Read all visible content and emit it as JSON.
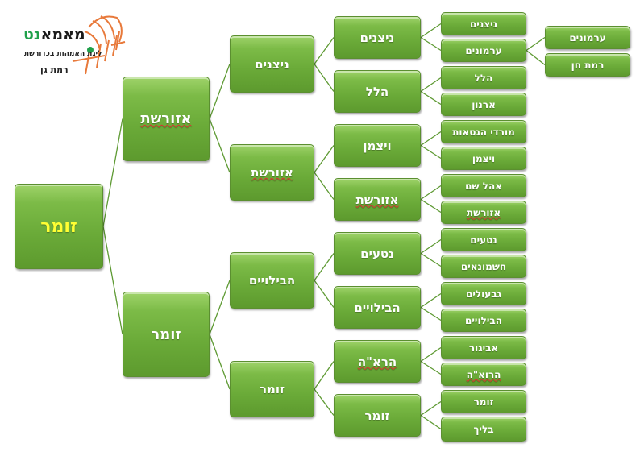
{
  "logo": {
    "name_black": "מאמא",
    "name_green": "נט",
    "full_name": "מאמאנט",
    "subtitle": "ליגת האמהות בכדורשת",
    "city": "רמת גן"
  },
  "tree": {
    "root": "זומר",
    "level1": [
      "אזורשת",
      "זומר"
    ],
    "level2": [
      "ניצנים",
      "אזורשת",
      "הבילויים",
      "זומר"
    ],
    "level3": [
      "ניצנים",
      "הלל",
      "ויצמן",
      "אזורשת",
      "נטעים",
      "הבילויים",
      "הרא\"ה",
      "זומר"
    ],
    "level4": [
      "ניצנים",
      "ערמונים",
      "הלל",
      "ארנון",
      "מורדי הגטאות",
      "ויצמן",
      "אהל שם",
      "אזורשת",
      "נטעים",
      "חשמונאים",
      "גבעולים",
      "הבילויים",
      "אביגור",
      "הרוא\"ה",
      "זומר",
      "בליך"
    ],
    "level5": [
      "ערמונים",
      "רמת חן"
    ]
  },
  "colors": {
    "node": "#6aaa38",
    "root_text": "#ffff33",
    "connector": "#5e9a33"
  }
}
